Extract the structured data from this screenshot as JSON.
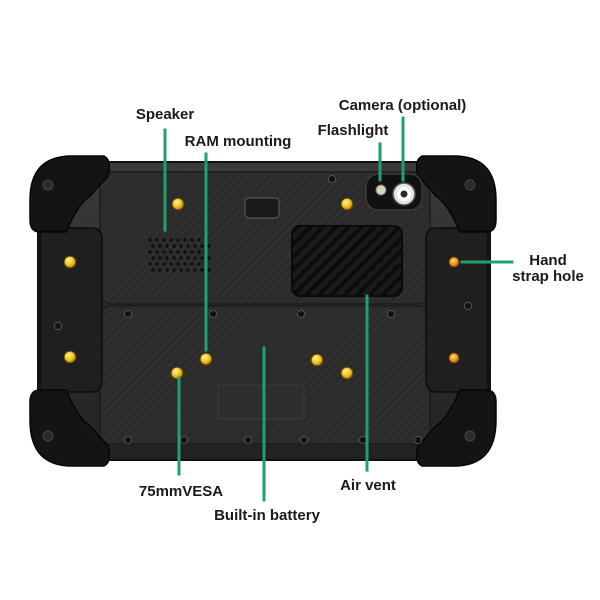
{
  "callouts": {
    "speaker": "Speaker",
    "ram_mounting": "RAM mounting",
    "camera": "Camera (optional)",
    "flashlight": "Flashlight",
    "hand_strap_line1": "Hand",
    "hand_strap_line2": "strap hole",
    "vesa": "75mmVESA",
    "built_in_battery": "Built-in battery",
    "air_vent": "Air vent"
  },
  "colors": {
    "leader_line": "#22a06b",
    "body": "#262626",
    "bumper": "#121212",
    "screw": "#f2c21b",
    "strap_screw": "#e8961a"
  }
}
